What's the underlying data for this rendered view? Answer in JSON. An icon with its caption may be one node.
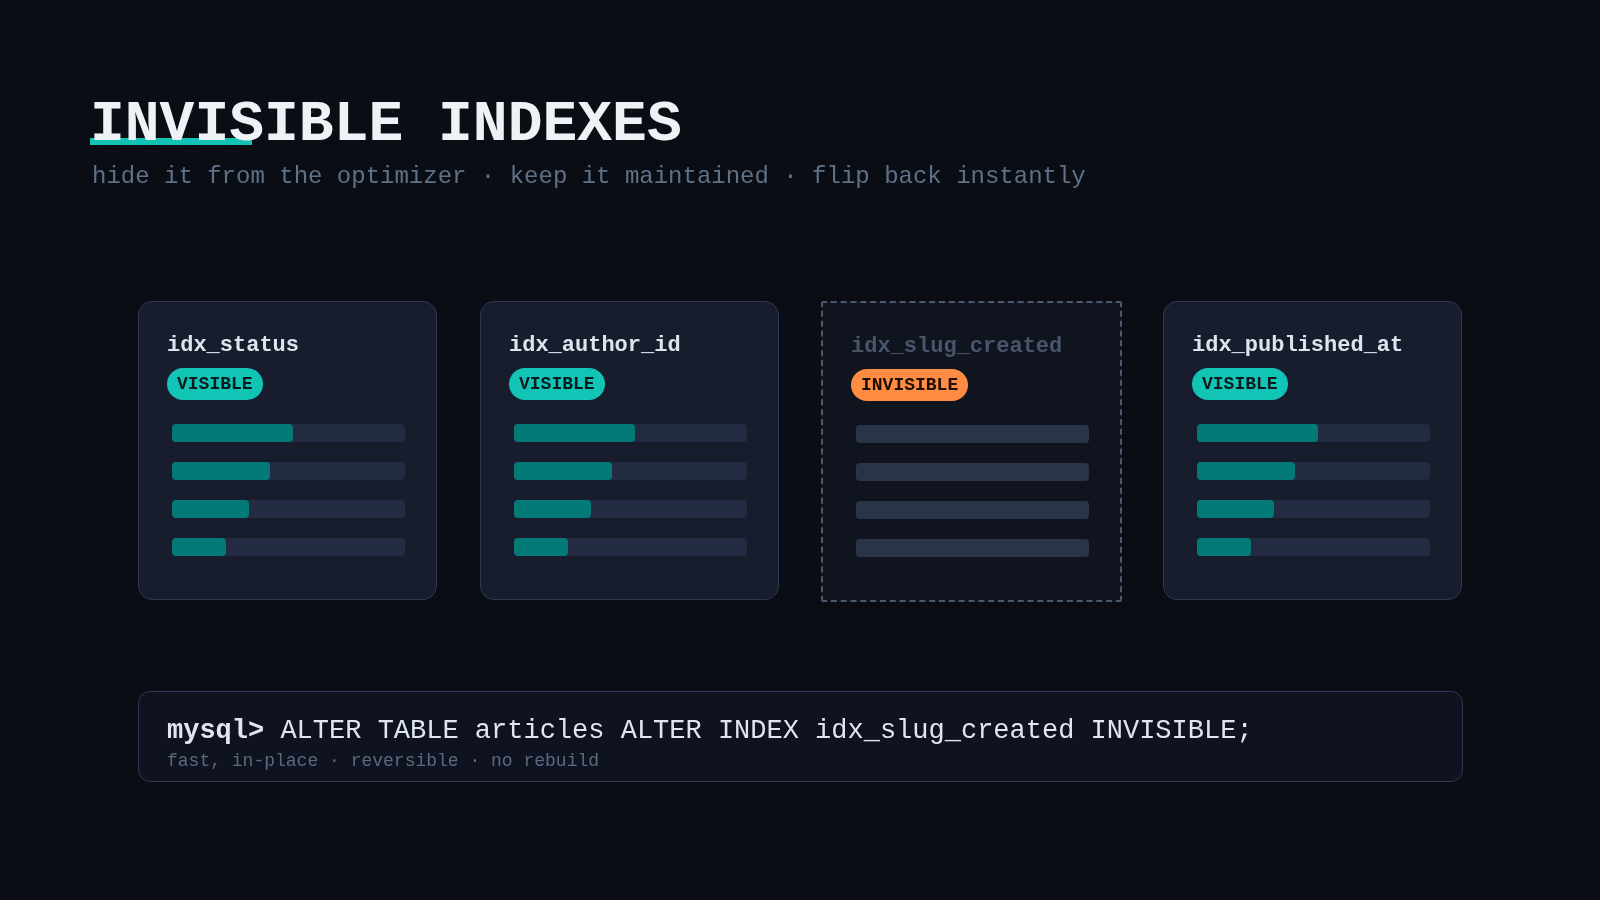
{
  "diagram": {
    "title": "INVISIBLE INDEXES",
    "nodes": [
      {
        "text": [
          "idx_status"
        ]
      },
      {
        "text": [
          "VISIBLE"
        ],
        "in": 0
      },
      {
        "text": [
          "idx_author_id"
        ]
      },
      {
        "text": [
          "VISIBLE"
        ],
        "in": 2
      },
      {
        "text": [
          "idx_slug_created"
        ]
      },
      {
        "text": [
          "INVISIBLE"
        ],
        "in": 4
      },
      {
        "text": [
          "idx_published_at"
        ]
      },
      {
        "text": [
          "VISIBLE"
        ],
        "in": 6
      },
      {
        "text": [
          "**mysql>** ALTER TABLE articles ALTER INDEX idx_slug_created INVISIBLE;",
          "fast, in-place · reversible · no rebuild"
        ]
      }
    ],
    "labels": [
      "hide it from the optimizer · keep it maintained · flip back instantly"
    ]
  }
}
